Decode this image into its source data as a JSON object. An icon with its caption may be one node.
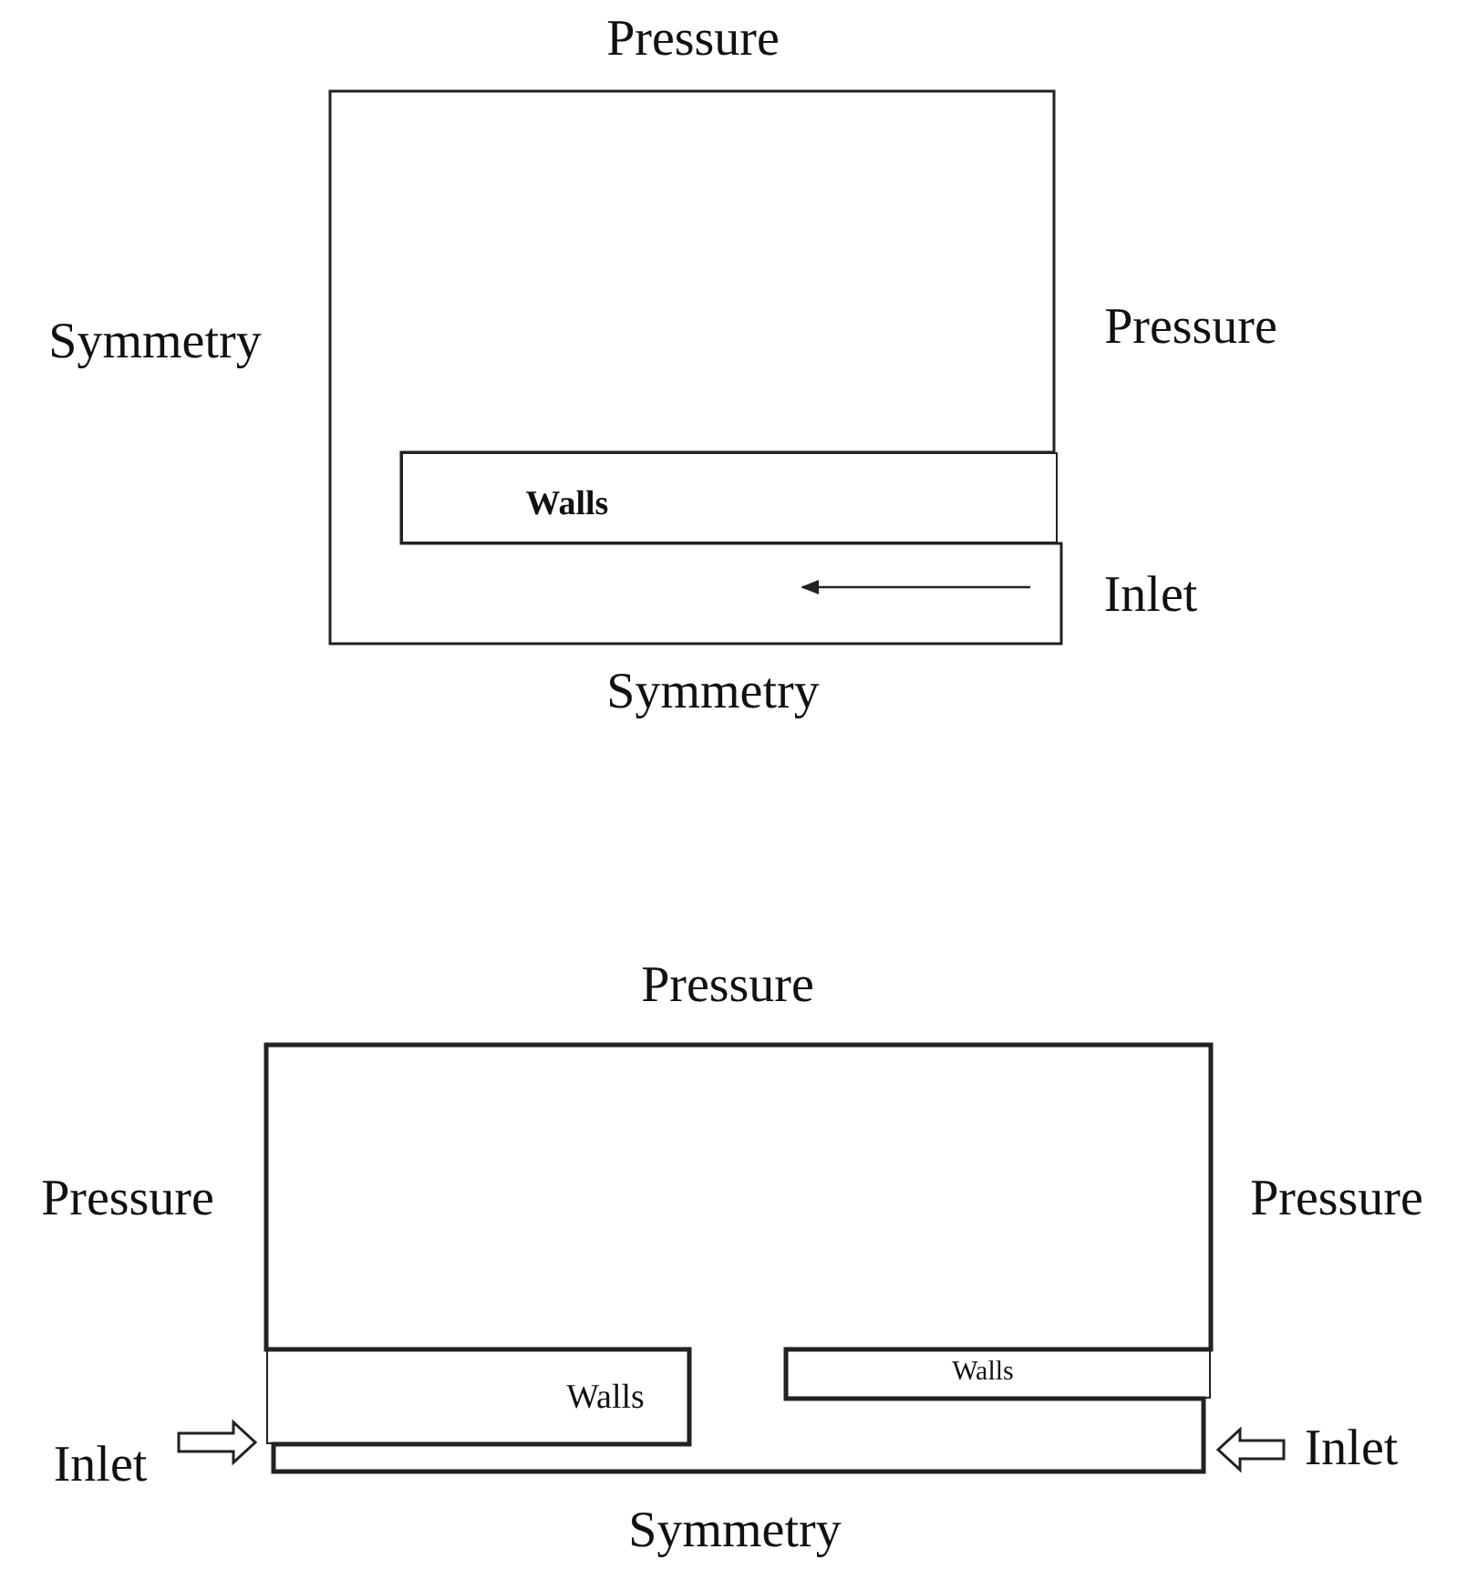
{
  "diagram": {
    "nodes": [
      {
        "text": [
          "Walls"
        ]
      },
      {
        "text": [
          "Walls"
        ]
      },
      {
        "text": [
          "Walls"
        ]
      }
    ],
    "labels": [
      "Pressure",
      "Symmetry",
      "Pressure",
      "Inlet",
      "Symmetry",
      "Pressure",
      "Pressure",
      "Pressure",
      "Inlet",
      "Inlet",
      "Symmetry"
    ]
  }
}
